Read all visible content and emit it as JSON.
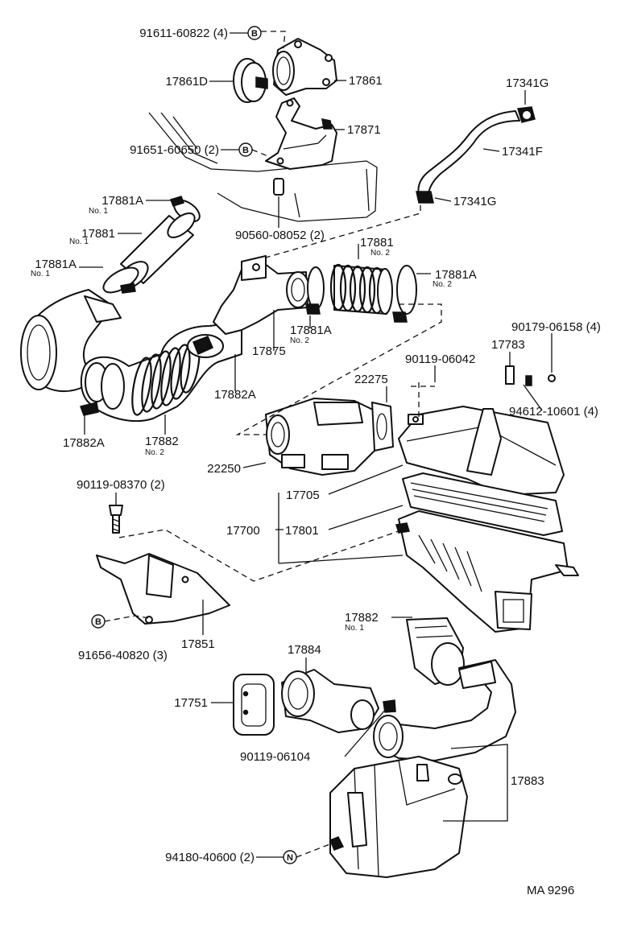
{
  "labels": {
    "bolt_91611": "91611-60822 (4)",
    "p17861D": "17861D",
    "p17861": "17861",
    "p17341G_top": "17341G",
    "p17871": "17871",
    "bolt_91651": "91651-60650 (2)",
    "p17341F": "17341F",
    "p17881A_1a": "17881A",
    "p17881_1": "17881",
    "p17341G_bot": "17341G",
    "grommet_90560": "90560-08052 (2)",
    "p17881A_1b": "17881A",
    "p17881_2": "17881",
    "p17881A_2a": "17881A",
    "p17881A_2b": "17881A",
    "p17875": "17875",
    "bolt_90179": "90179-06158 (4)",
    "p17783": "17783",
    "bolt_90119_06042": "90119-06042",
    "p22275": "22275",
    "p17882A_a": "17882A",
    "washer_94612": "94612-10601 (4)",
    "p17882A_b": "17882A",
    "p17882_2": "17882",
    "p22250": "22250",
    "bolt_90119_08370": "90119-08370 (2)",
    "p17705": "17705",
    "p17700": "17700",
    "p17801": "17801",
    "p17851": "17851",
    "bolt_91656": "91656-40820 (3)",
    "p17882_1": "17882",
    "p17884": "17884",
    "p17751": "17751",
    "bolt_90119_06104": "90119-06104",
    "p17883": "17883",
    "nut_94180": "94180-40600 (2)",
    "code": "MA 9296"
  },
  "sublabels": {
    "no1_17881A_a": "No. 1",
    "no1_17881": "No. 1",
    "no1_17881A_b": "No. 1",
    "no2_17881": "No. 2",
    "no2_17881A_a": "No. 2",
    "no2_17881A_b": "No. 2",
    "no2_17882": "No. 2",
    "no1_17882": "No. 1"
  },
  "badges": {
    "b1": "B",
    "b2": "B",
    "b3": "B",
    "n1": "N"
  }
}
